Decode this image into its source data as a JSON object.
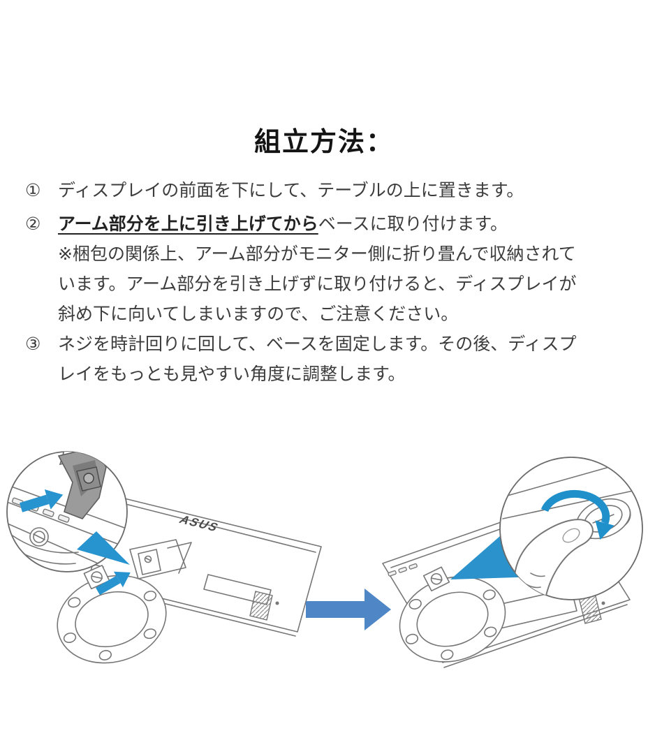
{
  "document": {
    "title": "組立方法：",
    "steps": [
      {
        "marker": "①",
        "text": "ディスプレイの前面を下にして、テーブルの上に置きます。"
      },
      {
        "marker": "②",
        "emphasized_text": "アーム部分を上に引き上げてから",
        "text": "ベースに取り付けます。",
        "note_lines": [
          "※梱包の関係上、アーム部分がモニター側に折り畳んで収納されて",
          "います。アーム部分を引き上げずに取り付けると、ディスプレイが",
          "斜め下に向いてしまいますので、ご注意ください。"
        ]
      },
      {
        "marker": "③",
        "text_lines": [
          "ネジを時計回りに回して、ベースを固定します。その後、ディスプ",
          "レイをもっとも見やすい角度に調整します。"
        ]
      }
    ]
  },
  "diagram": {
    "brand": "ASUS",
    "colors": {
      "accent_blue": "#2793cf",
      "big_arrow_blue": "#4f86c6",
      "beam_blue": "#2b92cc",
      "line_gray": "#767676"
    }
  }
}
